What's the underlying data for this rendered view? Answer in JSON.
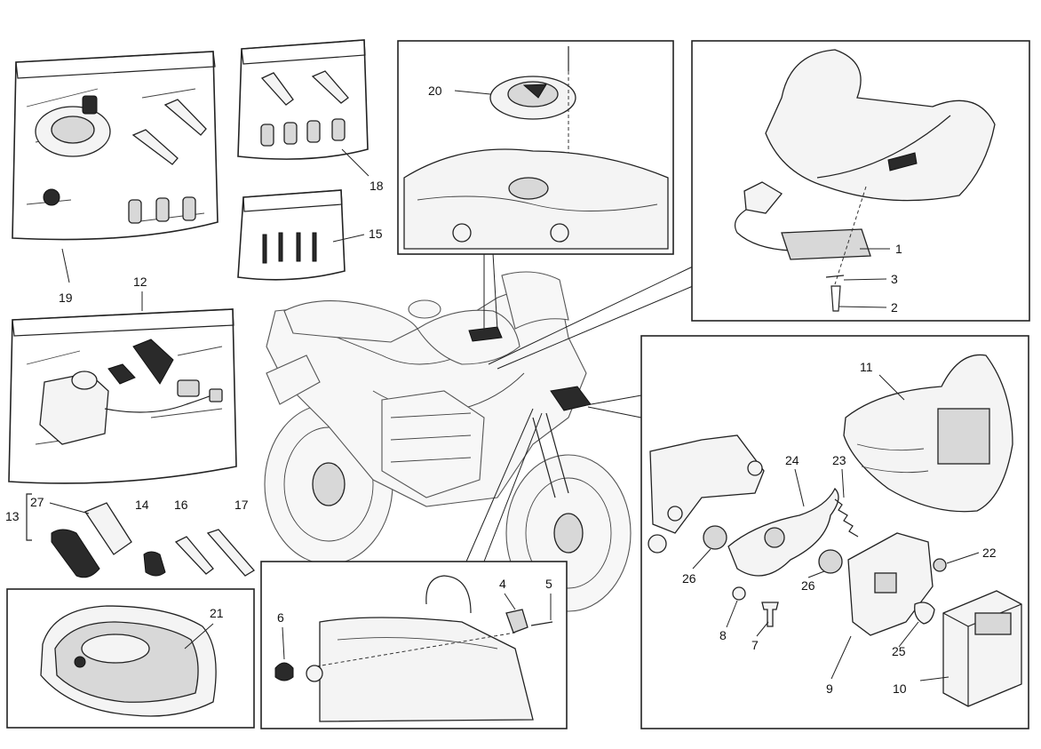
{
  "callouts": [
    {
      "id": "c1",
      "text": "1"
    },
    {
      "id": "c2",
      "text": "2"
    },
    {
      "id": "c3",
      "text": "3"
    },
    {
      "id": "c4",
      "text": "4"
    },
    {
      "id": "c5",
      "text": "5"
    },
    {
      "id": "c6",
      "text": "6"
    },
    {
      "id": "c7",
      "text": "7"
    },
    {
      "id": "c8",
      "text": "8"
    },
    {
      "id": "c9",
      "text": "9"
    },
    {
      "id": "c10",
      "text": "10"
    },
    {
      "id": "c11",
      "text": "11"
    },
    {
      "id": "c12",
      "text": "12"
    },
    {
      "id": "c13",
      "text": "13"
    },
    {
      "id": "c14",
      "text": "14"
    },
    {
      "id": "c15",
      "text": "15"
    },
    {
      "id": "c16",
      "text": "16"
    },
    {
      "id": "c17",
      "text": "17"
    },
    {
      "id": "c18",
      "text": "18"
    },
    {
      "id": "c19",
      "text": "19"
    },
    {
      "id": "c20",
      "text": "20"
    },
    {
      "id": "c21",
      "text": "21"
    },
    {
      "id": "c22",
      "text": "22"
    },
    {
      "id": "c23",
      "text": "23"
    },
    {
      "id": "c24",
      "text": "24"
    },
    {
      "id": "c25",
      "text": "25"
    },
    {
      "id": "c26a",
      "text": "26"
    },
    {
      "id": "c26b",
      "text": "26"
    },
    {
      "id": "c27",
      "text": "27"
    }
  ]
}
